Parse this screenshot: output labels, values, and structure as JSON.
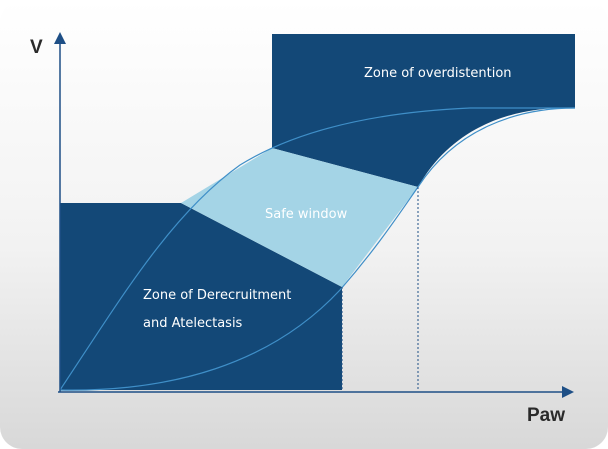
{
  "diagram": {
    "axes": {
      "y_label": "V",
      "x_label": "Paw"
    },
    "zones": {
      "overdistention": "Zone of overdistention",
      "safe": "Safe window",
      "derecruitment_line1": "Zone of Derecruitment",
      "derecruitment_line2": "and Atelectasis"
    },
    "colors": {
      "background_top": "#ffffff",
      "background_bottom": "#dcdcdc",
      "dark_zone": "#134877",
      "safe_zone": "#a4d4e6",
      "curve": "#3f8fc8",
      "axis": "#1e4f86",
      "label_text": "#ffffff"
    }
  }
}
